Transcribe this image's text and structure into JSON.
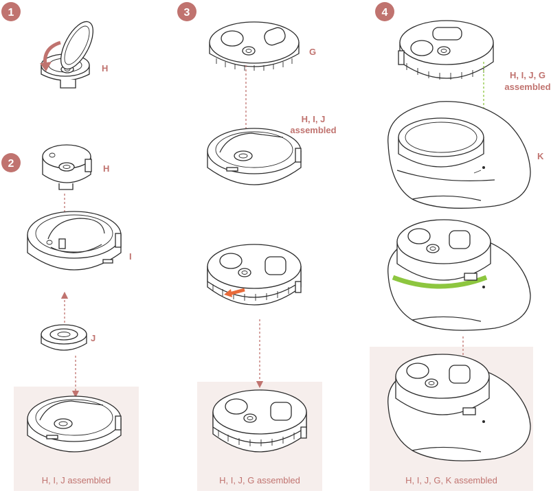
{
  "colors": {
    "accent": "#c0736f",
    "step_badge": "#c0736f",
    "highlight_panel": "#f6eeec",
    "green_arrow": "#8dc63f",
    "orange_arrow": "#e86a3a"
  },
  "steps": [
    {
      "number": "1"
    },
    {
      "number": "2"
    },
    {
      "number": "3"
    },
    {
      "number": "4"
    }
  ],
  "labels": {
    "h_step1": "H",
    "h_step2": "H",
    "i": "I",
    "j": "J",
    "g": "G",
    "hij_line1": "H, I, J",
    "hij_line2": "assembled",
    "hijg_line1": "H, I, J, G",
    "hijg_line2": "assembled",
    "k": "K"
  },
  "captions": {
    "panel1": "H, I, J assembled",
    "panel2": "H, I, J, G assembled",
    "panel3": "H, I, J, G, K assembled"
  }
}
